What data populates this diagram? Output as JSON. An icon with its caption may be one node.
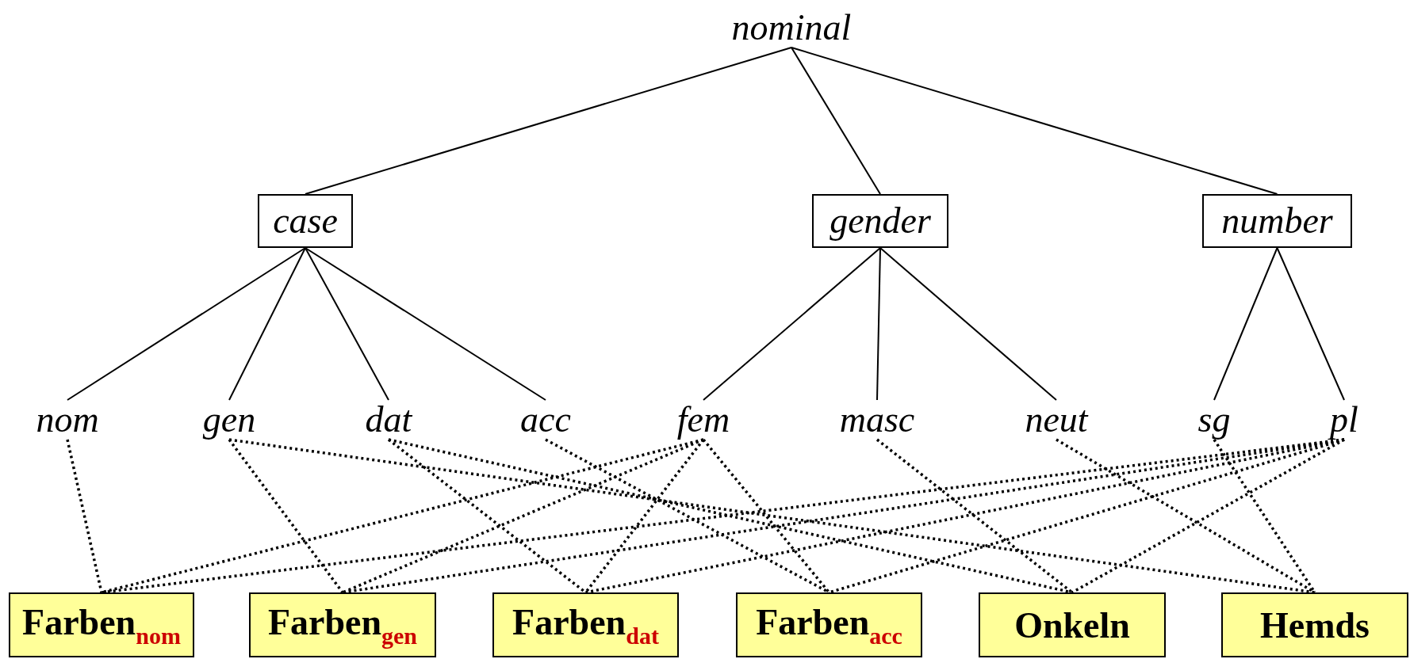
{
  "diagram": {
    "nodes": [
      {
        "text": [
          "nominal"
        ]
      },
      {
        "text": [
          "case"
        ]
      },
      {
        "text": [
          "gender"
        ]
      },
      {
        "text": [
          "number"
        ]
      },
      {
        "text": [
          "nom"
        ]
      },
      {
        "text": [
          "gen"
        ]
      },
      {
        "text": [
          "dat"
        ]
      },
      {
        "text": [
          "acc"
        ]
      },
      {
        "text": [
          "fem"
        ]
      },
      {
        "text": [
          "masc"
        ]
      },
      {
        "text": [
          "neut"
        ]
      },
      {
        "text": [
          "sg"
        ]
      },
      {
        "text": [
          "pl"
        ]
      },
      {
        "text": [
          "Farben$_{nom}$"
        ]
      },
      {
        "text": [
          "Farben$_{gen}$"
        ]
      },
      {
        "text": [
          "Farben$_{dat}$"
        ]
      },
      {
        "text": [
          "Farben$_{acc}$"
        ]
      },
      {
        "text": [
          "Onkeln"
        ]
      },
      {
        "text": [
          "Hemds"
        ]
      }
    ],
    "edges": [
      {
        "from": 0,
        "to": 1,
        "arrow": "none"
      },
      {
        "from": 0,
        "to": 2,
        "arrow": "none"
      },
      {
        "from": 0,
        "to": 3,
        "arrow": "none"
      },
      {
        "from": 1,
        "to": 4,
        "arrow": "none"
      },
      {
        "from": 1,
        "to": 5,
        "arrow": "none"
      },
      {
        "from": 1,
        "to": 6,
        "arrow": "none"
      },
      {
        "from": 1,
        "to": 7,
        "arrow": "none"
      },
      {
        "from": 2,
        "to": 8,
        "arrow": "none"
      },
      {
        "from": 2,
        "to": 9,
        "arrow": "none"
      },
      {
        "from": 2,
        "to": 10,
        "arrow": "none"
      },
      {
        "from": 3,
        "to": 11,
        "arrow": "none"
      },
      {
        "from": 3,
        "to": 12,
        "arrow": "none"
      },
      {
        "from": 4,
        "to": 13,
        "arrow": "none",
        "style": "dashed"
      },
      {
        "from": 8,
        "to": 13,
        "arrow": "none",
        "style": "dashed"
      },
      {
        "from": 12,
        "to": 13,
        "arrow": "none",
        "style": "dashed"
      },
      {
        "from": 5,
        "to": 14,
        "arrow": "none",
        "style": "dashed"
      },
      {
        "from": 8,
        "to": 14,
        "arrow": "none",
        "style": "dashed"
      },
      {
        "from": 12,
        "to": 14,
        "arrow": "none",
        "style": "dashed"
      },
      {
        "from": 6,
        "to": 15,
        "arrow": "none",
        "style": "dashed"
      },
      {
        "from": 8,
        "to": 15,
        "arrow": "none",
        "style": "dashed"
      },
      {
        "from": 12,
        "to": 15,
        "arrow": "none",
        "style": "dashed"
      },
      {
        "from": 7,
        "to": 16,
        "arrow": "none",
        "style": "dashed"
      },
      {
        "from": 8,
        "to": 16,
        "arrow": "none",
        "style": "dashed"
      },
      {
        "from": 12,
        "to": 16,
        "arrow": "none",
        "style": "dashed"
      },
      {
        "from": 6,
        "to": 17,
        "arrow": "none",
        "style": "dashed"
      },
      {
        "from": 9,
        "to": 17,
        "arrow": "none",
        "style": "dashed"
      },
      {
        "from": 12,
        "to": 17,
        "arrow": "none",
        "style": "dashed"
      },
      {
        "from": 5,
        "to": 18,
        "arrow": "none",
        "style": "dashed"
      },
      {
        "from": 10,
        "to": 18,
        "arrow": "none",
        "style": "dashed"
      },
      {
        "from": 11,
        "to": 18,
        "arrow": "none",
        "style": "dashed"
      }
    ]
  }
}
